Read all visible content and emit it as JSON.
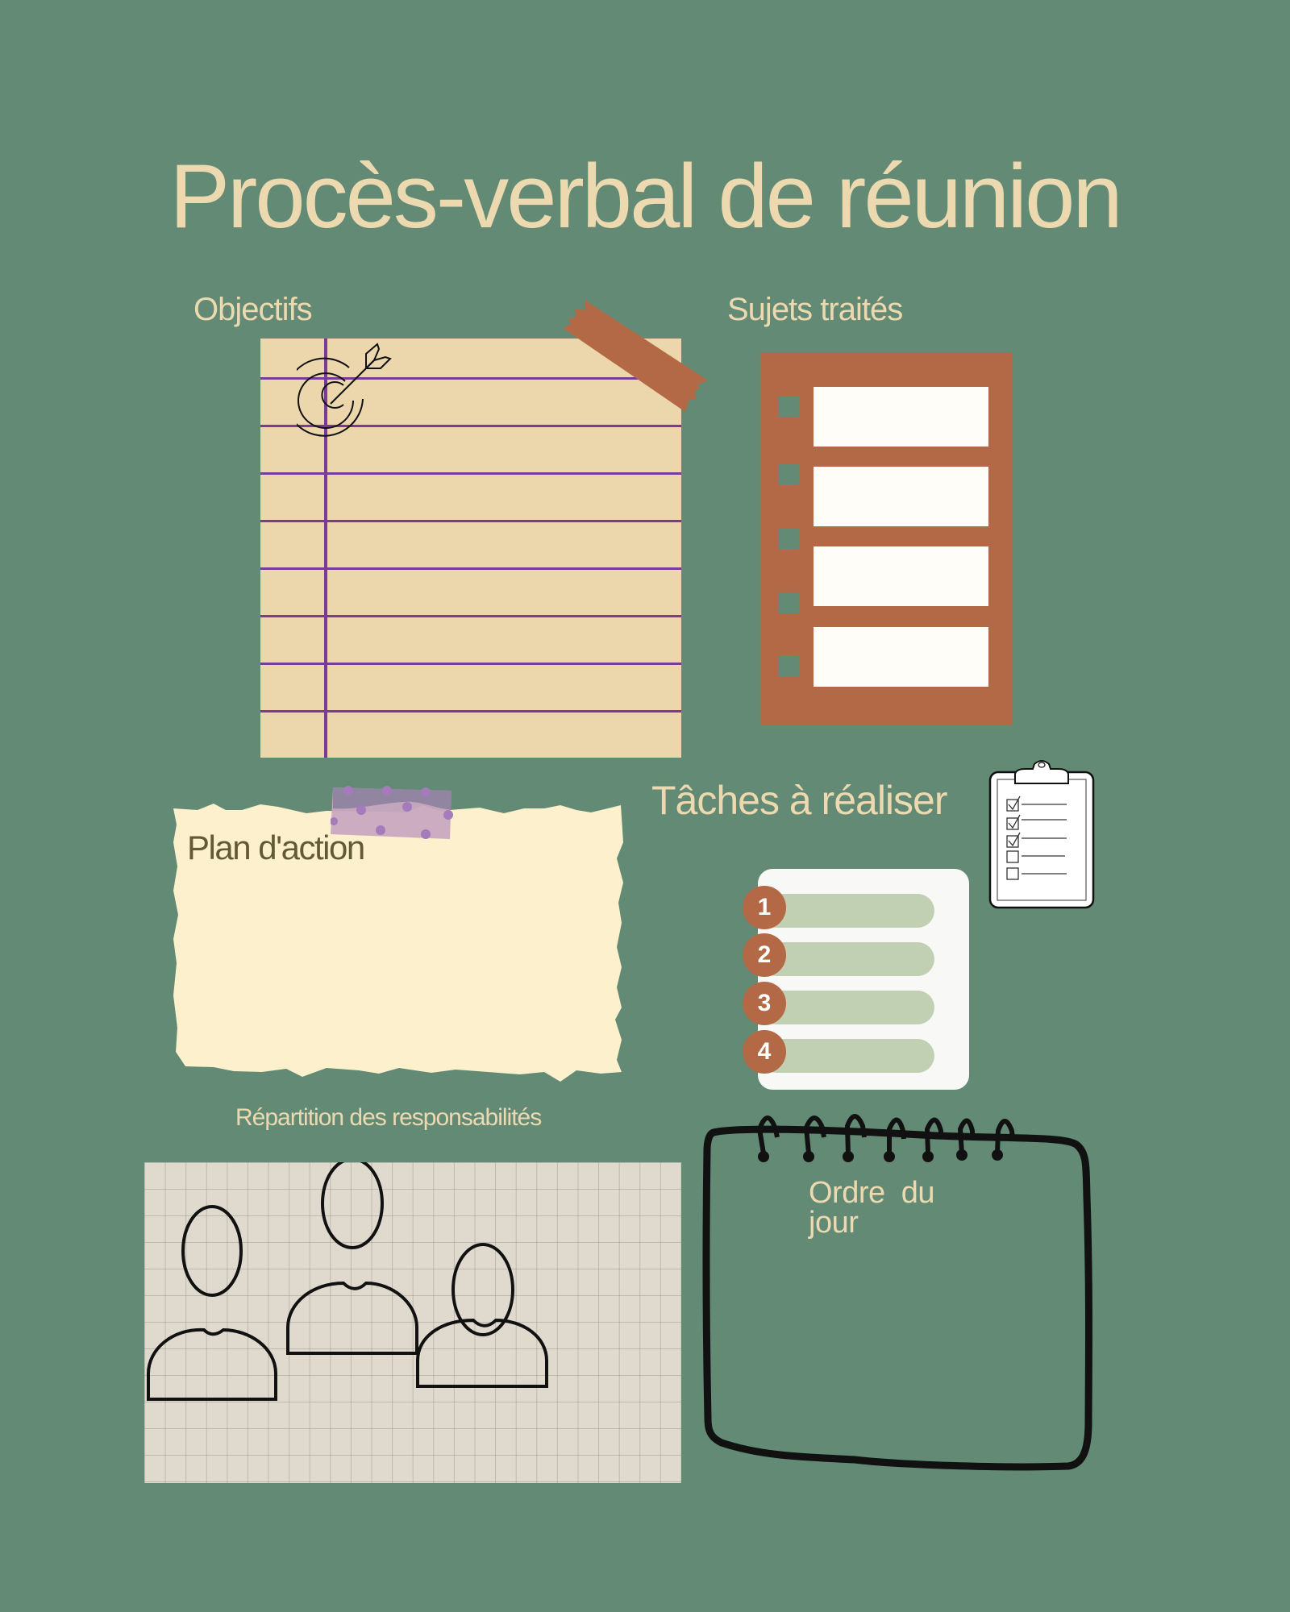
{
  "title": "Procès-verbal de réunion",
  "colors": {
    "background": "#638a75",
    "cream_text": "#ecd9b0",
    "accent_brown": "#b36945",
    "notepad": "#ecd6ac",
    "ruling_purple": "#7a3a98",
    "torn_paper": "#fdf0cc",
    "task_bar": "#c1cfb2",
    "grid_paper": "#e0dace"
  },
  "sections": {
    "objectifs": {
      "label": "Objectifs",
      "icon": "target-icon"
    },
    "sujets": {
      "label": "Sujets traités",
      "items": [
        "",
        "",
        "",
        ""
      ]
    },
    "plan": {
      "label": "Plan d'action"
    },
    "taches": {
      "label": "Tâches à réaliser",
      "icon": "clipboard-checklist-icon",
      "items": [
        {
          "number": "1"
        },
        {
          "number": "2"
        },
        {
          "number": "3"
        },
        {
          "number": "4"
        }
      ]
    },
    "repartition": {
      "label": "Répartition des responsabilités",
      "icon": "people-icon"
    },
    "ordre": {
      "label": "Ordre  du jour"
    }
  }
}
